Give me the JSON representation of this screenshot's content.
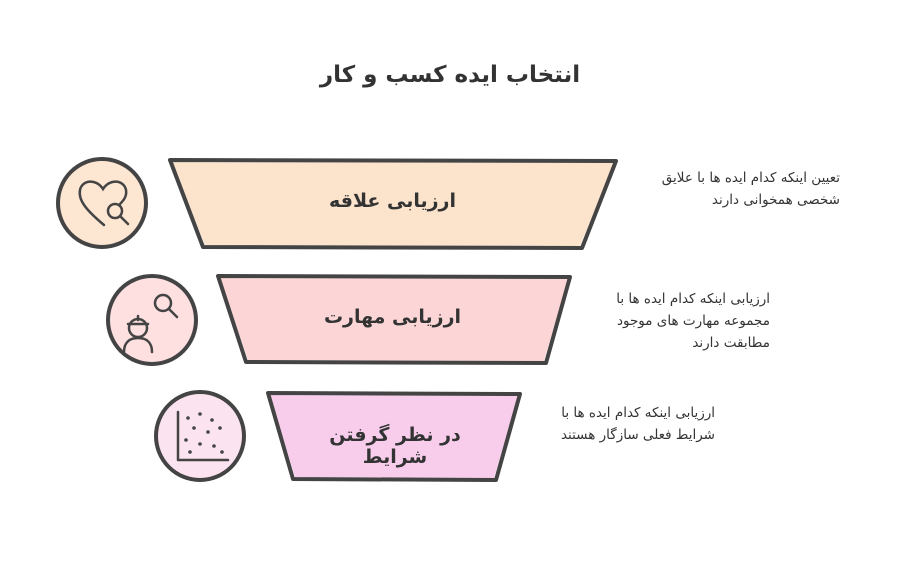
{
  "title": "انتخاب ایده کسب و کار",
  "stages": [
    {
      "label": "ارزیابی علاقه",
      "description_lines": [
        "تعیین اینکه کدام ایده ها با علایق",
        "شخصی همخوانی دارند"
      ],
      "fill": "#fbe3cc",
      "icon": "heart-search-icon"
    },
    {
      "label": "ارزیابی مهارت",
      "description_lines": [
        "ارزیابی اینکه کدام ایده ها با",
        "مجموعه مهارت های موجود",
        "مطابقت دارند"
      ],
      "fill": "#fcd6d6",
      "icon": "worker-search-icon"
    },
    {
      "label": "در نظر گرفتن شرایط",
      "description_lines": [
        "ارزیابی اینکه کدام ایده ها با",
        "شرایط فعلی سازگار هستند"
      ],
      "fill": "#f8cdec",
      "icon": "scatter-plot-icon"
    }
  ],
  "colors": {
    "outline": "#444444",
    "background": "#ffffff"
  }
}
